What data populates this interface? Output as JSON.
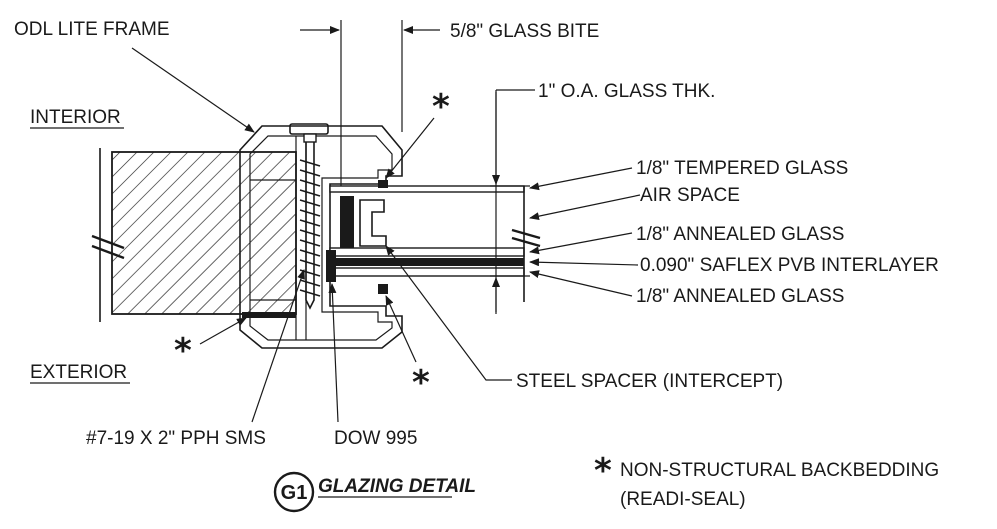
{
  "labels": {
    "odl_lite_frame": "ODL LITE FRAME",
    "glass_bite": "5/8\" GLASS BITE",
    "oa_glass_thk": "1\" O.A. GLASS THK.",
    "interior": "INTERIOR",
    "exterior": "EXTERIOR",
    "tempered_glass": "1/8\" TEMPERED GLASS",
    "air_space": "AIR SPACE",
    "annealed_glass_top": "1/8\" ANNEALED GLASS",
    "pvb_interlayer": "0.090\" SAFLEX PVB INTERLAYER",
    "annealed_glass_bottom": "1/8\" ANNEALED GLASS",
    "steel_spacer": "STEEL SPACER (INTERCEPT)",
    "screw": "#7-19 X 2\" PPH SMS",
    "dow": "DOW 995",
    "asterisk": "*",
    "note_line1": "NON-STRUCTURAL BACKBEDDING",
    "note_line2": "(READI-SEAL)",
    "detail_id": "G1",
    "detail_title": "GLAZING DETAIL"
  },
  "colors": {
    "ink": "#1a1a1a",
    "background": "#ffffff"
  }
}
